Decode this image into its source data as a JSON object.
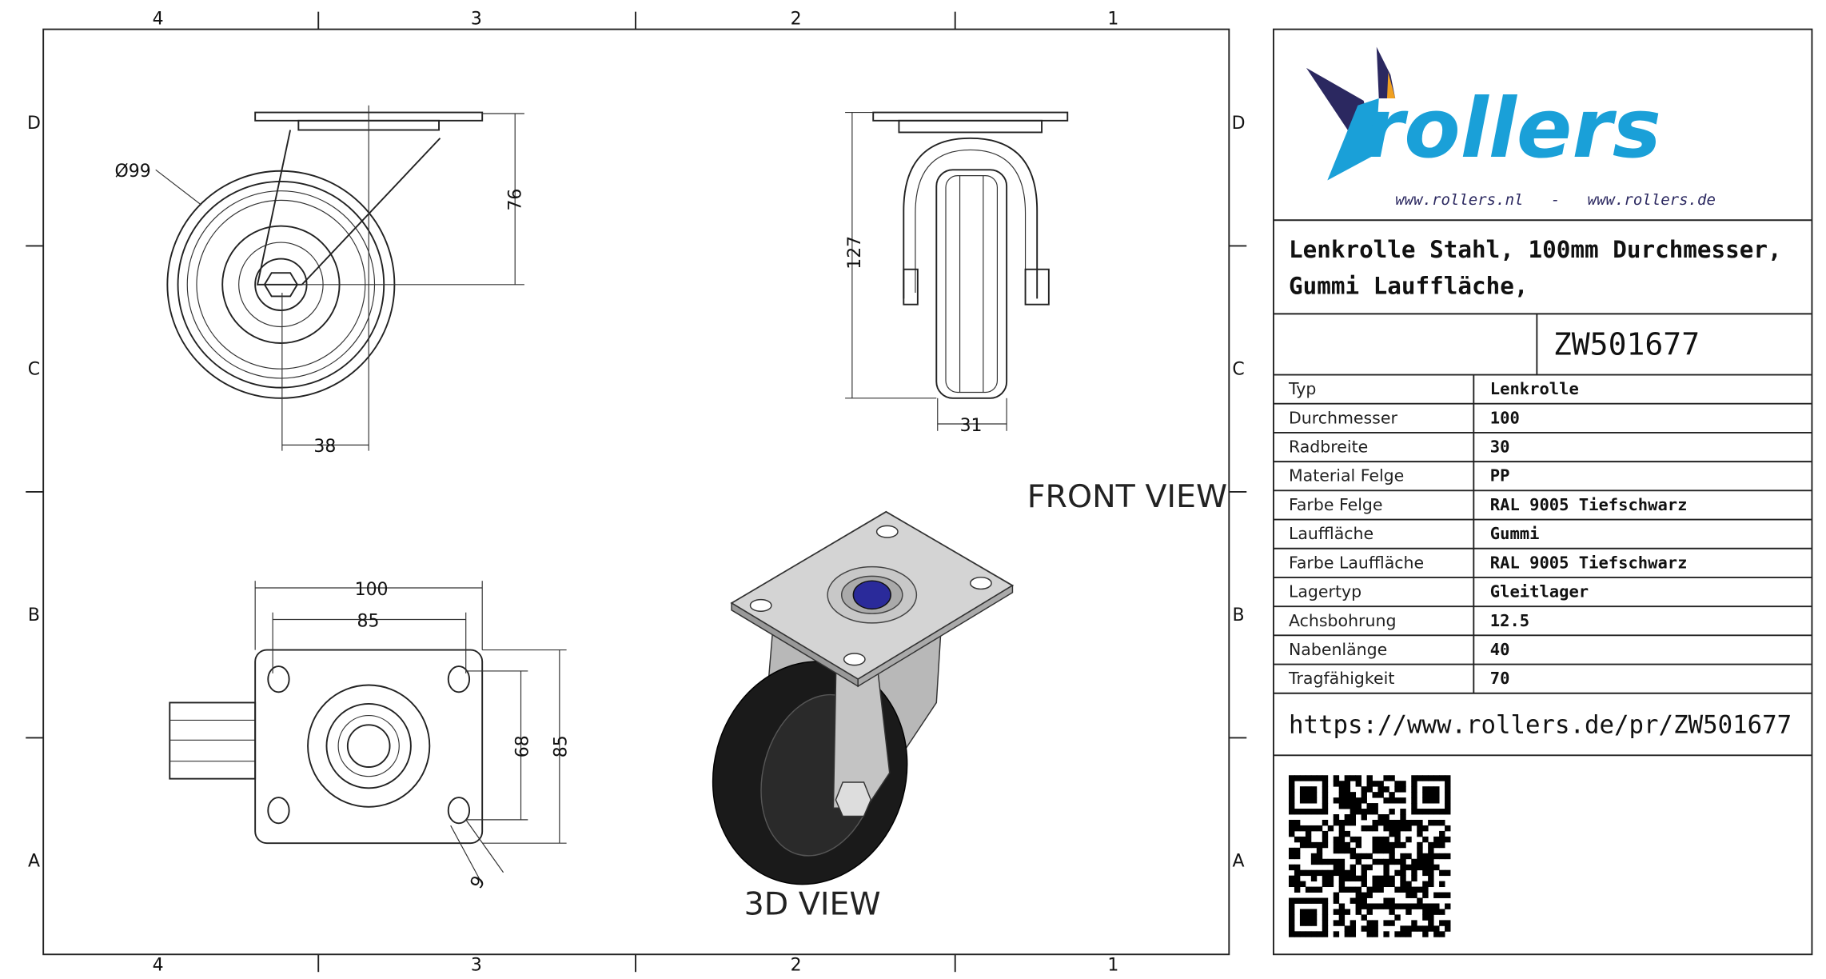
{
  "border": {
    "columns": [
      "4",
      "3",
      "2",
      "1"
    ],
    "rows": [
      "D",
      "C",
      "B",
      "A"
    ]
  },
  "views": {
    "front_view_label": "FRONT VIEW",
    "view_3d_label": "3D VIEW"
  },
  "dimensions": {
    "diameter": "Ø99",
    "height_top": "76",
    "offset": "38",
    "total_height": "127",
    "wheel_width": "31",
    "plate_width": "100",
    "hole_spacing_x": "85",
    "hole_spacing_y": "68",
    "plate_depth": "85",
    "hole_size": "9"
  },
  "title_block": {
    "logo_text": "rollers",
    "logo_urls": "www.rollers.nl   -   www.rollers.de",
    "description_line1": "Lenkrolle Stahl, 100mm Durchmesser,",
    "description_line2": "Gummi Lauffläche,",
    "article_number": "ZW501677",
    "specs": [
      {
        "label": "Typ",
        "value": "Lenkrolle"
      },
      {
        "label": "Durchmesser",
        "value": "100"
      },
      {
        "label": "Radbreite",
        "value": "30"
      },
      {
        "label": "Material Felge",
        "value": "PP"
      },
      {
        "label": "Farbe Felge",
        "value": "RAL 9005 Tiefschwarz"
      },
      {
        "label": "Lauffläche",
        "value": "Gummi"
      },
      {
        "label": "Farbe Lauffläche",
        "value": "RAL 9005 Tiefschwarz"
      },
      {
        "label": "Lagertyp",
        "value": "Gleitlager"
      },
      {
        "label": "Achsbohrung",
        "value": "12.5"
      },
      {
        "label": "Nabenlänge",
        "value": "40"
      },
      {
        "label": "Tragfähigkeit",
        "value": "70"
      }
    ],
    "url": "https://www.rollers.de/pr/ZW501677"
  },
  "colors": {
    "logo_blue": "#1aa0d8",
    "logo_navy": "#2b2860",
    "logo_orange": "#f0a020"
  }
}
